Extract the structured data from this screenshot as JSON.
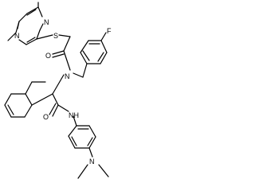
{
  "molecule": {
    "atoms": {
      "n_ring_upper": "N",
      "n_ring_lower": "N",
      "sulfur": "S",
      "carbonyl_o_upper": "O",
      "amide_n": "N",
      "fluorine": "F",
      "carbonyl_o_lower": "O",
      "anilide_nh": "NH",
      "dimethylamino_n": "N"
    }
  }
}
